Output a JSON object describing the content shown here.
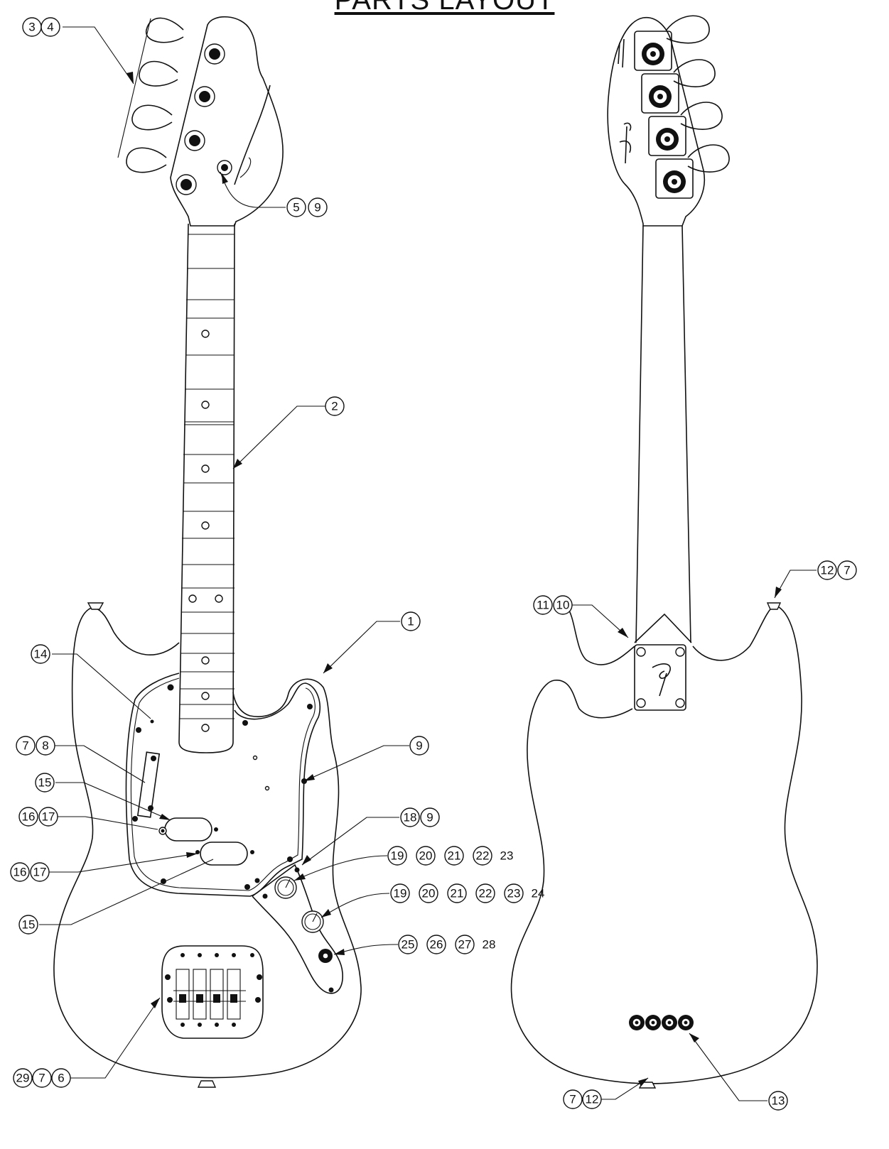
{
  "title": "PARTS LAYOUT",
  "callouts": {
    "c34": [
      "3",
      "4"
    ],
    "c59": [
      "5",
      "9"
    ],
    "c2": [
      "2"
    ],
    "c1": [
      "1"
    ],
    "c14": [
      "14"
    ],
    "c78": [
      "7",
      "8"
    ],
    "c9": [
      "9"
    ],
    "c15a": [
      "15"
    ],
    "c1617a": [
      "16",
      "17"
    ],
    "c189": [
      "18",
      "9"
    ],
    "c1617b": [
      "16",
      "17"
    ],
    "c1923": [
      "19",
      "20",
      "21",
      "22",
      "23"
    ],
    "c1924": [
      "19",
      "20",
      "21",
      "22",
      "23",
      "24"
    ],
    "c15b": [
      "15"
    ],
    "c2528": [
      "25",
      "26",
      "27",
      "28"
    ],
    "c2976": [
      "29",
      "7",
      "6"
    ],
    "c1110": [
      "11",
      "10"
    ],
    "c127": [
      "12",
      "7"
    ],
    "c712": [
      "7",
      "12"
    ],
    "c13": [
      "13"
    ]
  },
  "plain_numbers": {
    "c1923_last": "23",
    "c1924_last": "24",
    "c2528_last": "28"
  }
}
